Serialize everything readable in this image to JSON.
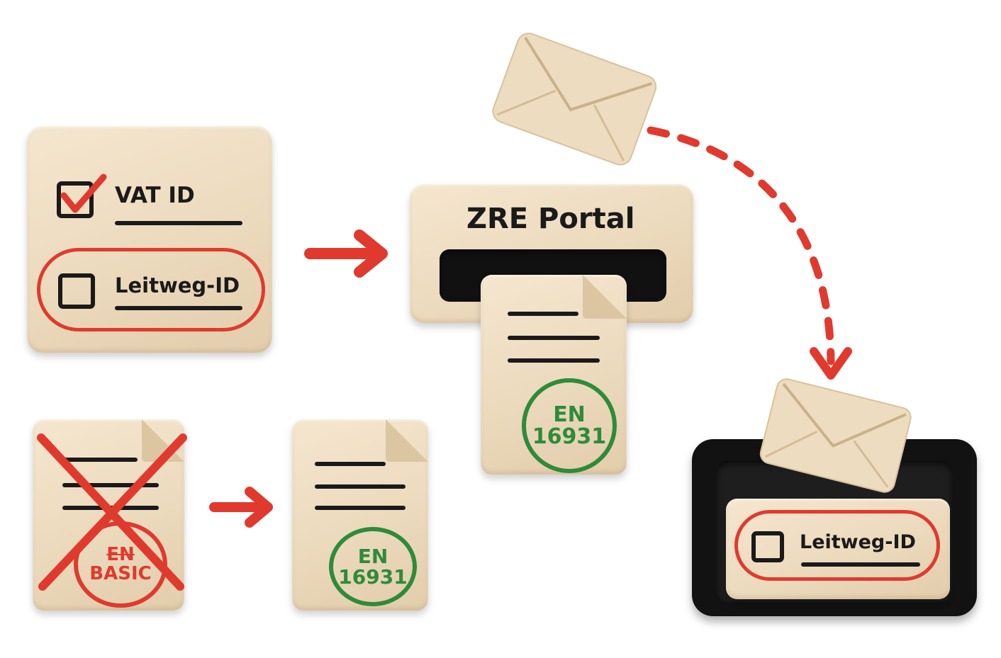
{
  "form_card": {
    "vat_label": "VAT ID",
    "leitweg_label": "Leitweg-ID"
  },
  "portal": {
    "title": "ZRE Portal"
  },
  "portal_document": {
    "stamp_line1": "EN",
    "stamp_line2": "16931"
  },
  "old_document": {
    "stamp_line1": "EN",
    "stamp_line2": "BASIC"
  },
  "new_document": {
    "stamp_line1": "EN",
    "stamp_line2": "16931"
  },
  "inbox_card": {
    "leitweg_label": "Leitweg-ID"
  },
  "colors": {
    "accent_red": "#e03a2e",
    "stamp_green": "#2e8b3a",
    "clay_beige": "#ecdabd",
    "ink_black": "#1a1a1a"
  }
}
